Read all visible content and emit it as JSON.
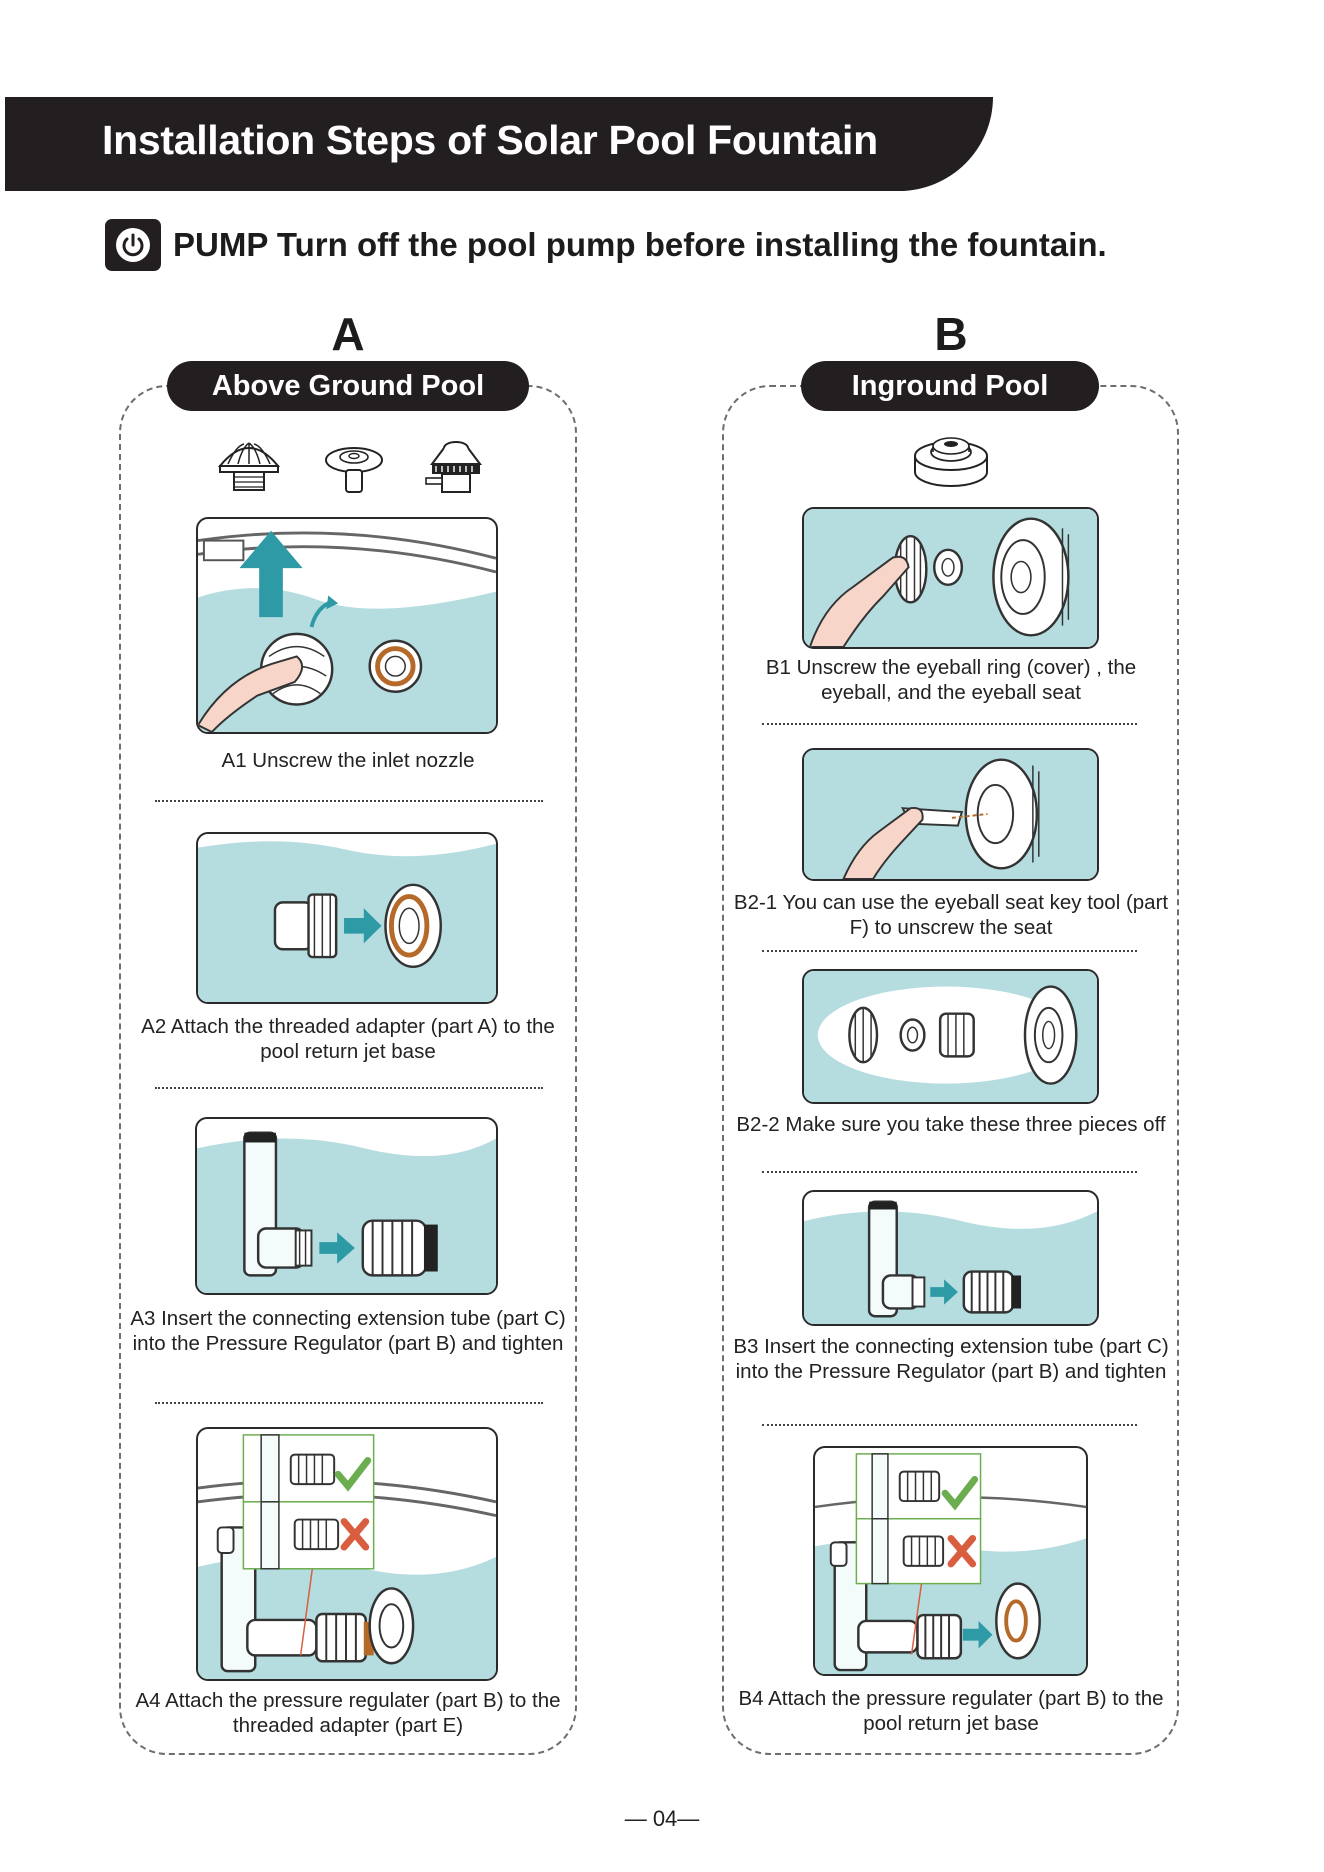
{
  "header": {
    "title": "Installation Steps of Solar Pool Fountain"
  },
  "notice": {
    "text": "PUMP Turn off the pool pump before installing the fountain.",
    "icon": "power-icon"
  },
  "columns": {
    "a": {
      "letter": "A",
      "pill": "Above Ground Pool",
      "steps": [
        {
          "caption": "A1  Unscrew the inlet nozzle"
        },
        {
          "caption": "A2  Attach the threaded adapter (part A)   to the pool return jet base"
        },
        {
          "caption": "A3 Insert the connecting extension tube (part C)  into the Pressure Regulator (part B) and tighten"
        },
        {
          "caption": "A4 Attach the pressure regulater (part B) to the threaded adapter (part E)"
        }
      ]
    },
    "b": {
      "letter": "B",
      "pill": "Inground Pool",
      "steps": [
        {
          "caption": "B1 Unscrew the eyeball ring (cover) , the eyeball, and the eyeball seat"
        },
        {
          "caption": "B2-1 You can use the eyeball seat key tool (part F) to unscrew the seat"
        },
        {
          "caption": "B2-2 Make sure you take these three pieces off"
        },
        {
          "caption": "B3 Insert the connecting extension tube (part C) into the Pressure Regulator (part B) and tighten"
        },
        {
          "caption": "B4 Attach the pressure regulater (part B) to the pool return jet base"
        }
      ]
    }
  },
  "footer": {
    "page": "— 04—"
  },
  "colors": {
    "dark": "#231f20",
    "water": "#b5dde0",
    "accent": "#2e9aa6",
    "check": "#6cae4f",
    "cross": "#d95d3f"
  }
}
